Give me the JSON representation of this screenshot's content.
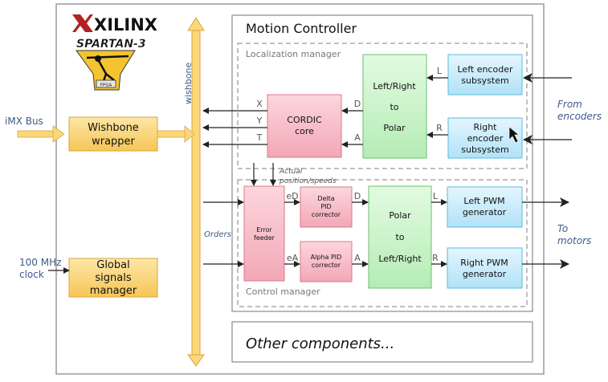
{
  "logo": {
    "brand": "XILINX",
    "family": "SPARTAN-3",
    "badge": "FPGA"
  },
  "bus_label": "wishbone",
  "motion_controller": {
    "title": "Motion Controller",
    "localization_manager": {
      "title": "Localization manager",
      "left_encoder": [
        "Left encoder",
        "subsystem"
      ],
      "right_encoder": [
        "Right",
        "encoder",
        "subsystem"
      ],
      "lr_to_polar": [
        "Left/Right",
        "to",
        "Polar"
      ],
      "cordic": [
        "CORDIC",
        "core"
      ],
      "ports": {
        "L": "L",
        "R": "R",
        "D": "D",
        "A": "A",
        "X": "X",
        "Y": "Y",
        "T": "T"
      }
    },
    "control_manager": {
      "title": "Control manager",
      "error_feeder": [
        "Error",
        "feeder"
      ],
      "delta_pid": [
        "Delta",
        "PID",
        "corrector"
      ],
      "alpha_pid": [
        "Alpha PID",
        "corrector"
      ],
      "polar_to_lr": [
        "Polar",
        "to",
        "Left/Right"
      ],
      "left_pwm": [
        "Left PWM",
        "generator"
      ],
      "right_pwm": [
        "Right PWM",
        "generator"
      ],
      "ports": {
        "eD": "eD",
        "eA": "eA",
        "D": "D",
        "A": "A",
        "L": "L",
        "R": "R"
      },
      "feedback_label": [
        "Actual",
        "position/speeds"
      ]
    }
  },
  "other_components": "Other components...",
  "wishbone_wrapper": [
    "Wishbone",
    "wrapper"
  ],
  "global_signals": [
    "Global",
    "signals",
    "manager"
  ],
  "external": {
    "imx_bus": "iMX Bus",
    "clock": [
      "100 MHz",
      "clock"
    ],
    "orders": "Orders",
    "from_encoders": [
      "From",
      "encoders"
    ],
    "to_motors": [
      "To",
      "motors"
    ]
  },
  "colors": {
    "blue_fill": "#c6ecfb",
    "blue_stroke": "#5bbbe0",
    "green_fill": "#c8f5c8",
    "green_stroke": "#6cc06c",
    "pink_fill": "#f9bfca",
    "pink_stroke": "#d97a8c",
    "orange_fill": "#fbd77a",
    "orange_stroke": "#d9a63c",
    "label_blue": "#3d5a8a"
  }
}
